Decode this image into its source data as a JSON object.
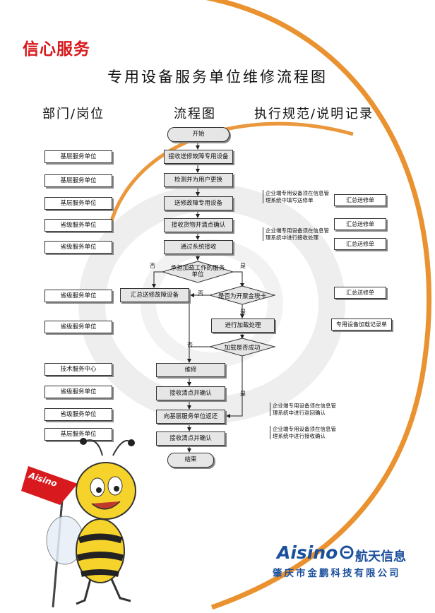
{
  "brand": "信心服务",
  "title": "专用设备服务单位维修流程图",
  "columns": [
    "部门/岗位",
    "流程图",
    "执行规范/说明",
    "记录"
  ],
  "departments": [
    "基层服务单位",
    "基层服务单位",
    "基层服务单位",
    "省级服务单位",
    "省级服务单位",
    "省级服务单位",
    "省级服务单位",
    "技术服务中心",
    "省级服务单位",
    "省级服务单位",
    "基层服务单位"
  ],
  "flow": {
    "start": "开始",
    "s1": "接收送修故障专用设备",
    "s2": "检测并为用户更换",
    "s3": "送修故障专用设备",
    "s4": "接收货物并清点确认",
    "s5": "通过系统接收",
    "d1": "承担加载工作的服务单位",
    "s6": "汇总送修故障设备",
    "d2": "是否为开票金税卡",
    "s7": "进行加载处理",
    "d3": "加载是否成功",
    "s8": "维修",
    "s9": "接收清点并确认",
    "s10": "向基层服务单位返还",
    "s11": "接收清点并确认",
    "end": "结束"
  },
  "branch_labels": {
    "yes": "是",
    "no": "否"
  },
  "notes": [
    "企业端专用设备须在信息管理系统中填写送修单",
    "企业端专用设备须在信息管理系统中进行接收处理",
    "企业端专用设备须在信息管理系统中进行返回确认",
    "企业端专用设备须在信息管理系统中进行接收确认"
  ],
  "records": [
    "汇总送修单",
    "汇总送修单",
    "汇总送修单",
    "汇总送修单",
    "专用设备加载记录单"
  ],
  "mascot_flag": "Aisino",
  "logo": {
    "name": "Aisino",
    "cn": "航天信息",
    "company": "肇庆市金鹏科技有限公司"
  },
  "colors": {
    "brand_red": "#d8191d",
    "logo_blue": "#1a4f9c",
    "swoosh_orange": "#e8861a"
  }
}
